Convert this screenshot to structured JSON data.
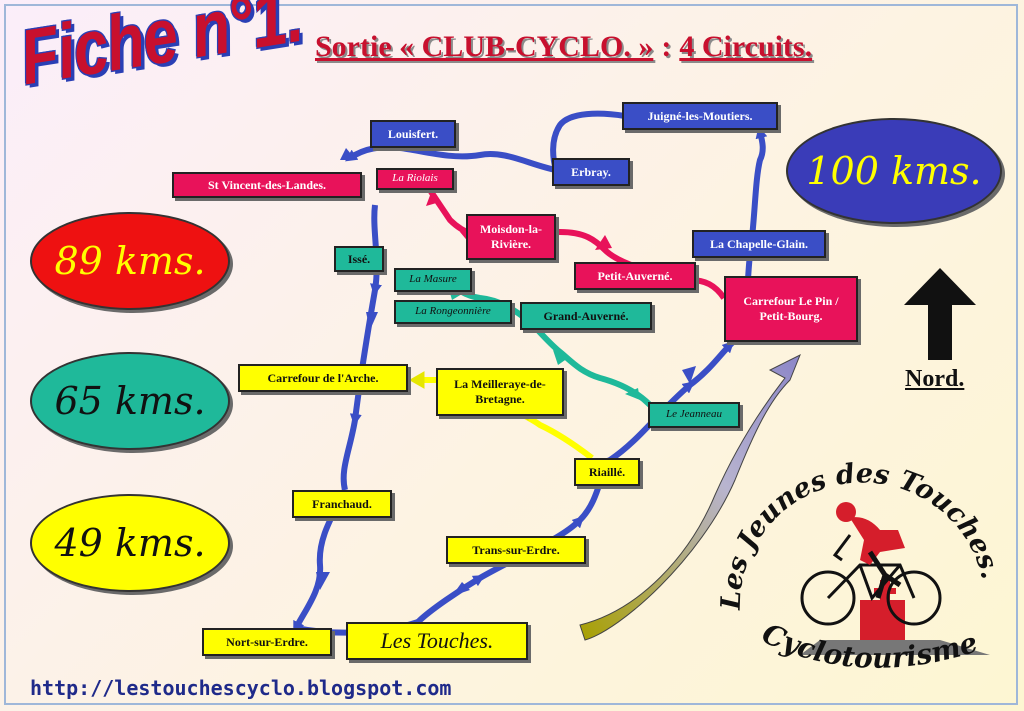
{
  "header": {
    "fiche": "Fiche n°1.",
    "sortie": "Sortie « CLUB-CYCLO. »",
    "colon": ":",
    "circuits": "4 Circuits."
  },
  "distances": {
    "d100": "100 kms.",
    "d89": "89 kms.",
    "d65": "65 kms.",
    "d49": "49 kms."
  },
  "places": {
    "louisfert": "Louisfert.",
    "juigne": "Juigné-les-Moutiers.",
    "erbray": "Erbray.",
    "st_vincent": "St Vincent-des-Landes.",
    "la_riolais": "La Riolais",
    "moisdon": "Moisdon-la-Rivière.",
    "la_chapelle": "La Chapelle-Glain.",
    "isse": "Issé.",
    "la_masure": "La Masure",
    "petit_auverne": "Petit-Auverné.",
    "carrefour_pin": "Carrefour Le Pin / Petit-Bourg.",
    "la_rongeonniere": "La Rongeonnière",
    "grand_auverne": "Grand-Auverné.",
    "carrefour_arche": "Carrefour de l'Arche.",
    "meilleraye": "La Meilleraye-de-Bretagne.",
    "le_jeanneau": "Le Jeanneau",
    "riaille": "Riaillé.",
    "franchaud": "Franchaud.",
    "trans": "Trans-sur-Erdre.",
    "nort": "Nort-sur-Erdre.",
    "les_touches": "Les Touches."
  },
  "nord": "Nord.",
  "logo": {
    "top_text": "Les Jeunes des Touches.",
    "bottom_text": "Cyclotourisme."
  },
  "footer": {
    "url": "http://lestouchescyclo.blogspot.com"
  },
  "colors": {
    "route_100": "#3a4ec6",
    "route_89": "#e8125a",
    "route_65": "#1fb99a",
    "route_49": "#ffff00",
    "title_red": "#c8102e"
  },
  "icons": {
    "north_arrow": "arrow-up-icon",
    "logo": "cyclist-icon",
    "swoosh": "curved-arrow-icon"
  }
}
